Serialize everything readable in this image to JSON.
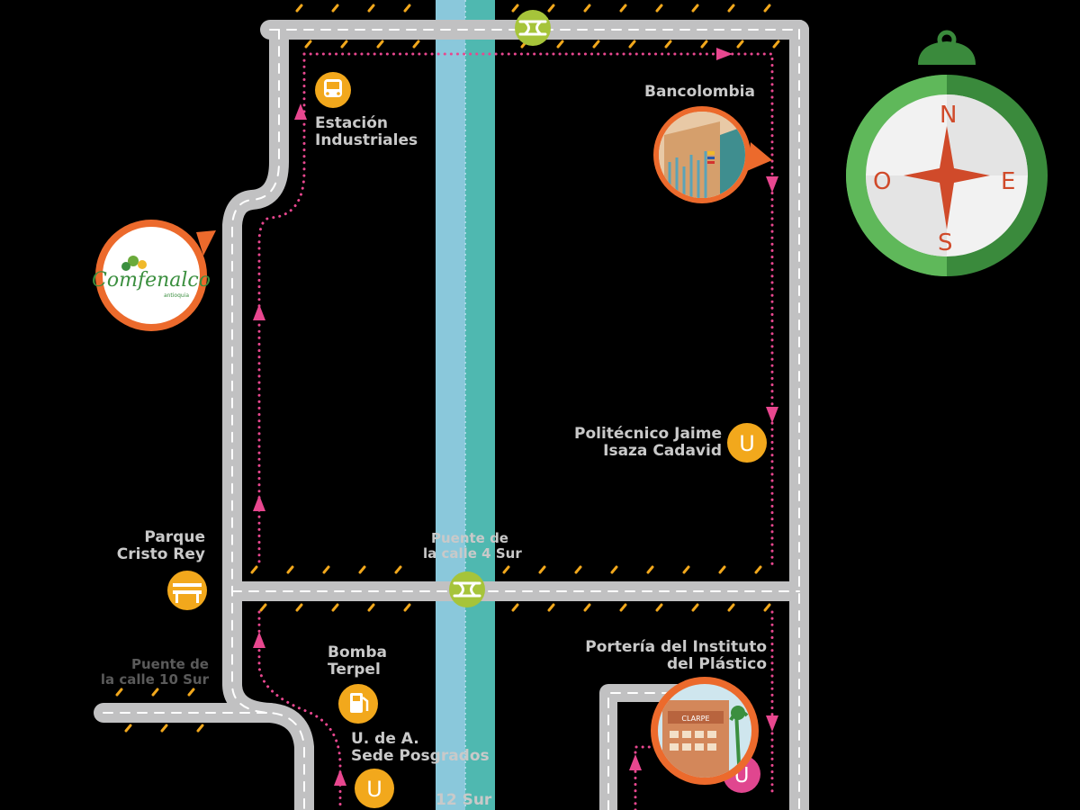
{
  "places": {
    "estacion_industriales": {
      "name": "Estación Industriales",
      "lines": [
        "Estación",
        "Industriales"
      ]
    },
    "bancolombia": {
      "name": "Bancolombia"
    },
    "comfenalco": {
      "name": "Comfenalco",
      "sub": "antioquia"
    },
    "politecnico": {
      "name": "Politécnico Jaime Isaza Cadavid",
      "lines": [
        "Politécnico Jaime",
        "Isaza Cadavid"
      ],
      "icon_letter": "U"
    },
    "parque_cristo_rey": {
      "name": "Parque Cristo Rey",
      "lines": [
        "Parque",
        "Cristo Rey"
      ]
    },
    "puente_calle_4_sur": {
      "name": "Puente de la calle 4 Sur",
      "lines": [
        "Puente de",
        "la calle 4 Sur"
      ]
    },
    "bomba_terpel": {
      "name": "Bomba Terpel",
      "lines": [
        "Bomba",
        "Terpel"
      ]
    },
    "porteria_plastico": {
      "name": "Portería del Instituto del Plástico",
      "lines": [
        "Portería del Instituto",
        "del Plástico"
      ],
      "icon_letter": "U",
      "building_sign": "CLARPE"
    },
    "udea_posgrados": {
      "name": "U. de A. Sede Posgrados",
      "lines": [
        "U. de A.",
        "Sede Posgrados"
      ],
      "icon_letter": "U"
    },
    "puente_12_sur": {
      "name": "12 Sur"
    },
    "puente_left": {
      "lines": [
        "Puente de",
        "la calle 10 Sur"
      ]
    }
  },
  "compass": {
    "n": "N",
    "s": "S",
    "e": "E",
    "w": "O"
  },
  "colors": {
    "background": "#000000",
    "road": "#c1c1c2",
    "road_edge": "#9e9ea0",
    "road_dash": "#ffffff",
    "river_a": "#8ac8db",
    "river_b": "#4fb8b0",
    "route": "#e8478f",
    "callout": "#ec6a2c",
    "marker_yellow": "#f2a81c",
    "bridge_green": "#a6c43a",
    "tick": "#f2a81c",
    "compass_light": "#5fb85a",
    "compass_dark": "#3a8a3c",
    "compass_needle": "#d04a2a",
    "label_text": "#c9c9c9"
  }
}
